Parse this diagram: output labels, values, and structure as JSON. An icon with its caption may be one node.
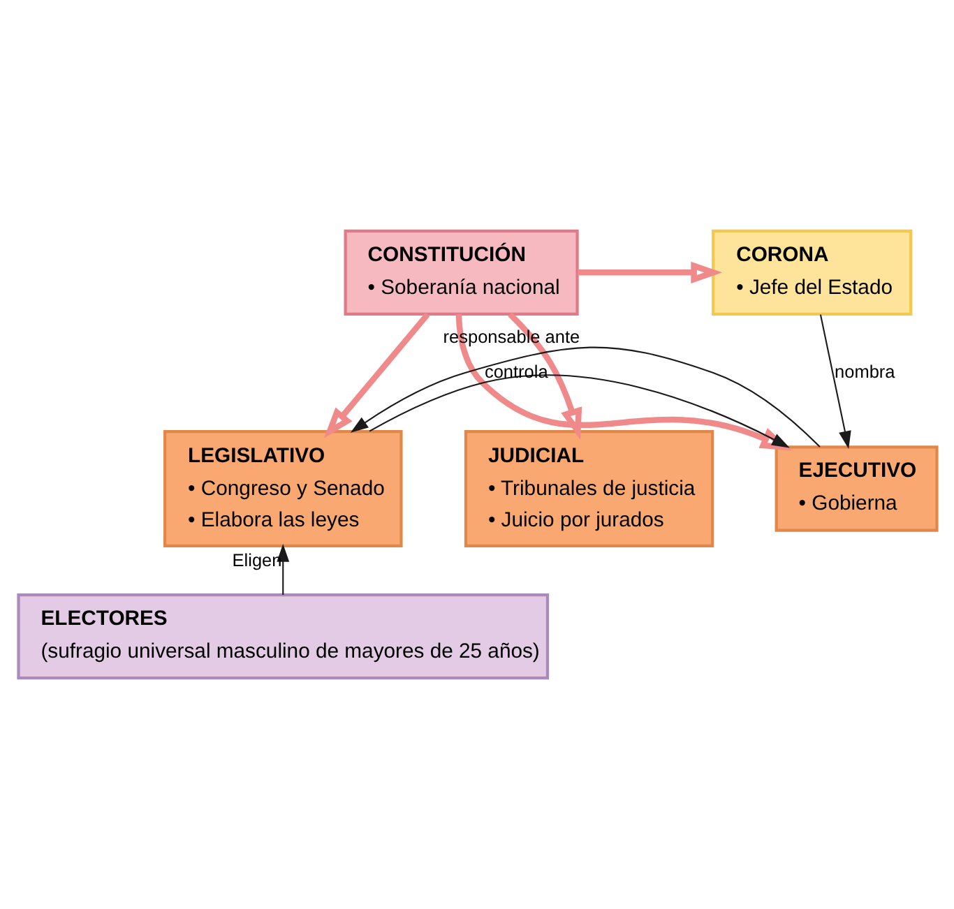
{
  "diagram": {
    "nodes": [
      {
        "text": [
          "CONSTITUCIÓN",
          "• Soberanía nacional"
        ]
      },
      {
        "text": [
          "CORONA",
          "• Jefe del Estado"
        ]
      },
      {
        "text": [
          "LEGISLATIVO",
          "• Congreso y Senado",
          "• Elabora las leyes"
        ]
      },
      {
        "text": [
          "EJECUTIVO",
          "• Gobierna"
        ]
      },
      {
        "text": [
          "JUDICIAL",
          "• Tribunales de justicia",
          "• Juicio por jurados"
        ]
      },
      {
        "text": [
          "ELECTORES",
          "(sufragio universal masculino de mayores de 25 años)"
        ]
      }
    ],
    "edges": [
      {
        "from": 0,
        "to": 1,
        "arrow": "to",
        "style": "thick",
        "color": "#f08a8a"
      },
      {
        "from": 0,
        "to": 2,
        "arrow": "to",
        "style": "thick",
        "color": "#f08a8a"
      },
      {
        "from": 0,
        "to": 3,
        "arrow": "to",
        "style": "thick",
        "color": "#f08a8a"
      },
      {
        "from": 0,
        "to": 4,
        "arrow": "to",
        "style": "thick",
        "color": "#f08a8a"
      },
      {
        "from": 1,
        "to": 3,
        "arrow": "to",
        "label": "nombra",
        "color": "#1a1a1a"
      },
      {
        "from": 2,
        "to": 3,
        "arrow": "to",
        "label": "controla",
        "color": "#1a1a1a"
      },
      {
        "from": 3,
        "to": 2,
        "arrow": "to",
        "label": "responsable ante",
        "color": "#1a1a1a"
      },
      {
        "from": 5,
        "to": 2,
        "arrow": "to",
        "label": "Eligen",
        "color": "#1a1a1a"
      }
    ]
  }
}
